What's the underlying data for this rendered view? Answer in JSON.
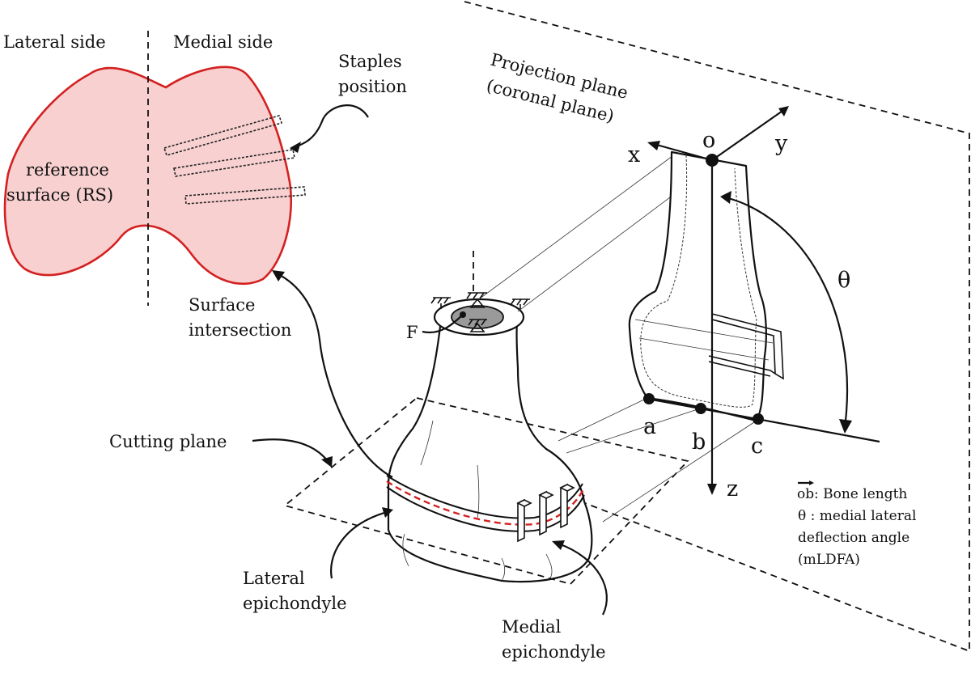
{
  "labels": {
    "lateral_side": "Lateral side",
    "medial_side": "Medial side",
    "staples_position": [
      "Staples",
      "position"
    ],
    "reference_surface": [
      "reference",
      "surface (RS)"
    ],
    "surface_intersection": [
      "Surface",
      "intersection"
    ],
    "projection_plane": [
      "Projection plane",
      "(coronal plane)"
    ],
    "cutting_plane": "Cutting plane",
    "lateral_epichondyle": [
      "Lateral",
      "epichondyle"
    ],
    "medial_epichondyle": [
      "Medial",
      "epichondyle"
    ],
    "fixation": "F",
    "axis_x": "x",
    "axis_y": "y",
    "axis_z": "z",
    "origin": "o",
    "point_a": "a",
    "point_b": "b",
    "point_c": "c",
    "theta": "θ"
  },
  "legend": {
    "ob_symbol": "ob",
    "ob_text": " : Bone length",
    "theta_lines": [
      "θ : medial lateral",
      "deflection angle",
      "(mLDFA)"
    ]
  },
  "colors": {
    "reference_surface_fill": "#f8d0d0",
    "reference_surface_stroke": "#d42020",
    "intersection_curve": "#d42020",
    "fixation_fill": "#9a9a9a",
    "ink": "#111111"
  }
}
